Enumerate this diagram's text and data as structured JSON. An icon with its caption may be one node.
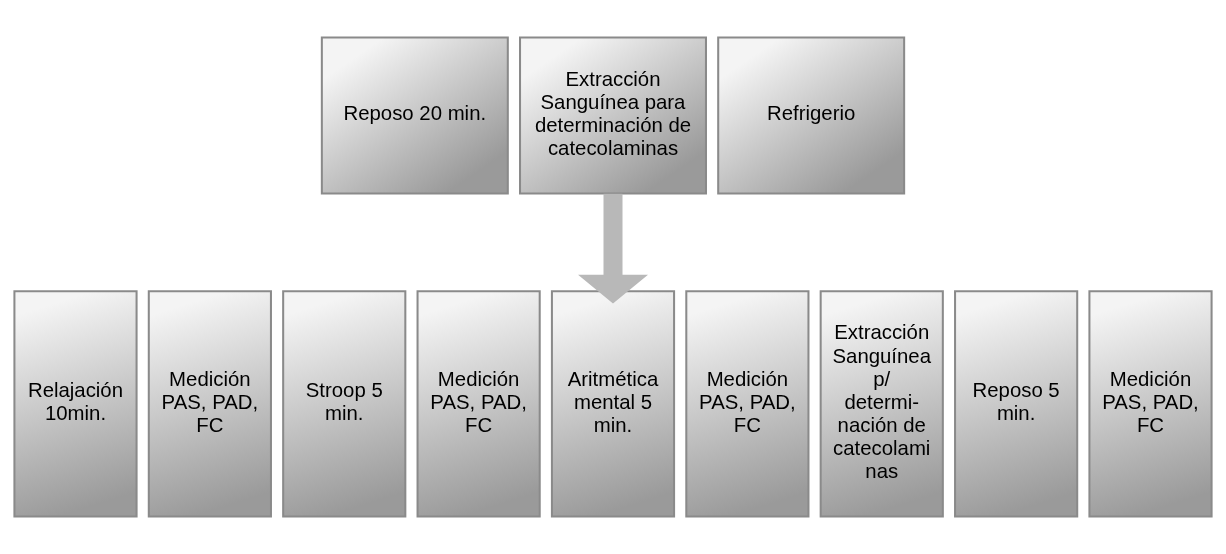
{
  "diagram": {
    "nodes": [
      {
        "text": [
          "Reposo 20 min."
        ]
      },
      {
        "text": [
          "Extracción Sanguínea para determinación de catecolaminas"
        ]
      },
      {
        "text": [
          "Refrigerio"
        ]
      },
      {
        "text": [
          "Relajación 10min."
        ]
      },
      {
        "text": [
          "Medición PAS, PAD, FC"
        ]
      },
      {
        "text": [
          "Stroop 5 min."
        ]
      },
      {
        "text": [
          "Medición PAS, PAD, FC"
        ]
      },
      {
        "text": [
          "Aritmética mental 5 min."
        ]
      },
      {
        "text": [
          "Medición PAS, PAD, FC"
        ]
      },
      {
        "text": [
          "Extracción Sanguínea p/ determi- nación de catecolami nas"
        ]
      },
      {
        "text": [
          "Reposo 5 min."
        ]
      },
      {
        "text": [
          "Medición PAS, PAD, FC"
        ]
      }
    ],
    "edges": [
      {
        "from": 1,
        "to": 7,
        "arrow": "to"
      }
    ]
  }
}
